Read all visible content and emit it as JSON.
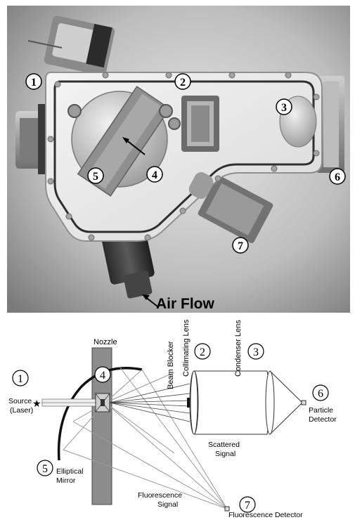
{
  "photo": {
    "markers": [
      "1",
      "2",
      "3",
      "4",
      "5",
      "6",
      "7"
    ],
    "airflow_label": "Air Flow"
  },
  "diagram": {
    "markers": [
      "1",
      "2",
      "3",
      "4",
      "5",
      "6",
      "7"
    ],
    "labels": {
      "nozzle": "Nozzle",
      "beam_blocker": "Beam Blocker",
      "collimating_lens": "Collimating Lens",
      "condenser_lens": "Condenser Lens",
      "source_line1": "Source",
      "source_line2": "(Laser)",
      "particle_line1": "Particle",
      "particle_line2": "Detector",
      "scattered_line1": "Scattered",
      "scattered_line2": "Signal",
      "mirror_line1": "Elliptical",
      "mirror_line2": "Mirror",
      "fluor_signal_line1": "Fluorescence",
      "fluor_signal_line2": "Signal",
      "fluor_detector": "Fluorescence Detector"
    }
  }
}
